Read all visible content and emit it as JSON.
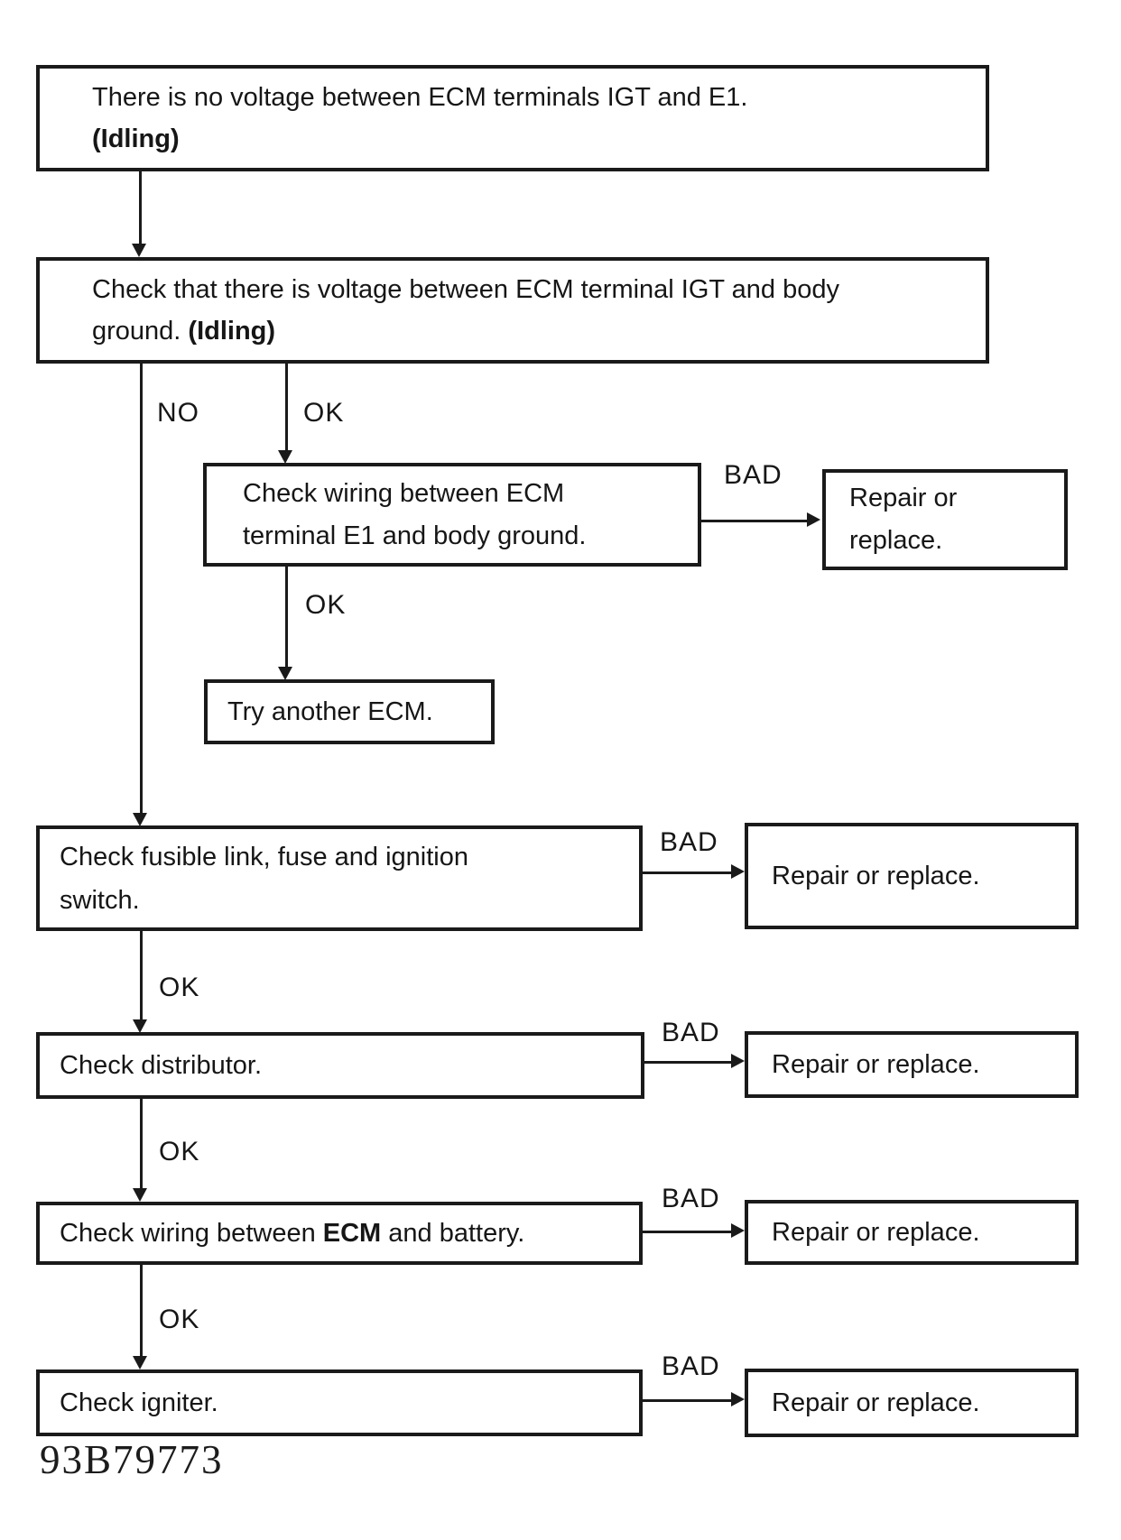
{
  "colors": {
    "ink": "#1a1a1a",
    "paper": "#ffffff"
  },
  "flowchart": {
    "node_problem": {
      "line1": "There is no voltage between ECM terminals IGT and E1.",
      "line2": "(Idling)"
    },
    "node_check_igt": {
      "line1": "Check that there is voltage between ECM terminal IGT and body",
      "line2": "ground.",
      "line2_bold": "(Idling)"
    },
    "node_check_wiring_e1": {
      "line1": "Check wiring between ECM",
      "line2": "terminal E1 and body ground."
    },
    "node_repair_wrap": {
      "line1": "Repair or",
      "line2": "replace."
    },
    "node_try_ecm": {
      "text": "Try another ECM."
    },
    "node_check_fusible": {
      "line1": "Check fusible link, fuse and ignition",
      "line2": "switch."
    },
    "node_check_distributor": {
      "text": "Check distributor."
    },
    "node_check_wiring_battery": {
      "prefix": "Check wiring between",
      "bold": "ECM",
      "suffix": "and battery."
    },
    "node_check_igniter": {
      "text": "Check igniter."
    },
    "node_repair": {
      "text": "Repair or replace."
    },
    "labels": {
      "no": "NO",
      "ok": "OK",
      "bad": "BAD"
    }
  },
  "footer": {
    "code": "93B79773"
  }
}
